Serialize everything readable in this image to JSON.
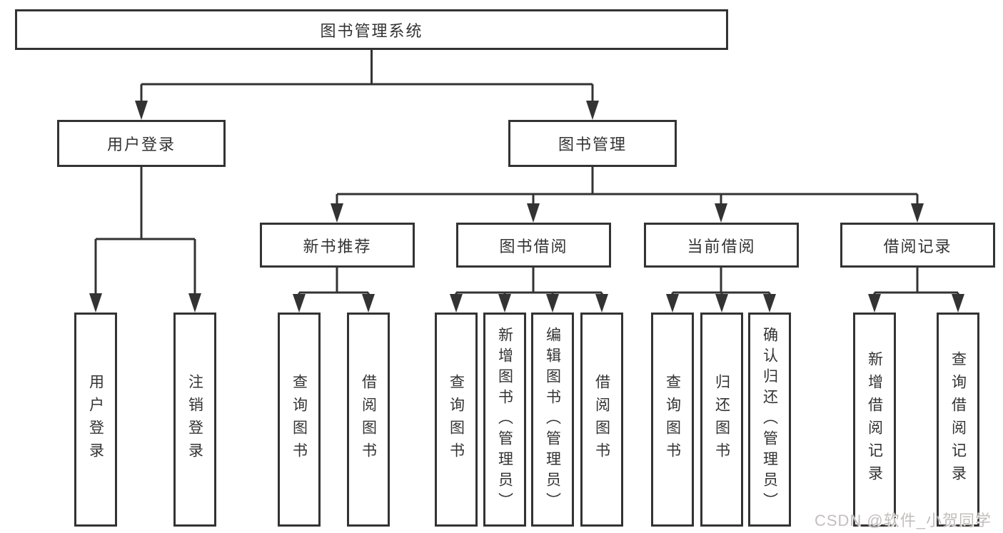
{
  "diagram": {
    "root": {
      "label": "图书管理系统"
    },
    "level1": [
      {
        "label": "用户登录"
      },
      {
        "label": "图书管理"
      }
    ],
    "level2": [
      {
        "label": "新书推荐"
      },
      {
        "label": "图书借阅"
      },
      {
        "label": "当前借阅"
      },
      {
        "label": "借阅记录"
      }
    ],
    "leaves": {
      "user_login": [
        {
          "label": "用户登录"
        },
        {
          "label": "注销登录"
        }
      ],
      "new_book": [
        {
          "label": "查询图书"
        },
        {
          "label": "借阅图书"
        }
      ],
      "book_borrow": [
        {
          "label": "查询图书"
        },
        {
          "label": "新增图书（管理员）"
        },
        {
          "label": "编辑图书（管理员）"
        },
        {
          "label": "借阅图书"
        }
      ],
      "current_borrow": [
        {
          "label": "查询图书"
        },
        {
          "label": "归还图书"
        },
        {
          "label": "确认归还（管理员）"
        }
      ],
      "borrow_records": [
        {
          "label": "新增借阅记录"
        },
        {
          "label": "查询借阅记录"
        }
      ]
    }
  },
  "watermark": "CSDN @软件_小贺同学",
  "colors": {
    "line": "#333333",
    "text": "#333333",
    "background": "#ffffff",
    "watermark": "#c3bebe"
  }
}
